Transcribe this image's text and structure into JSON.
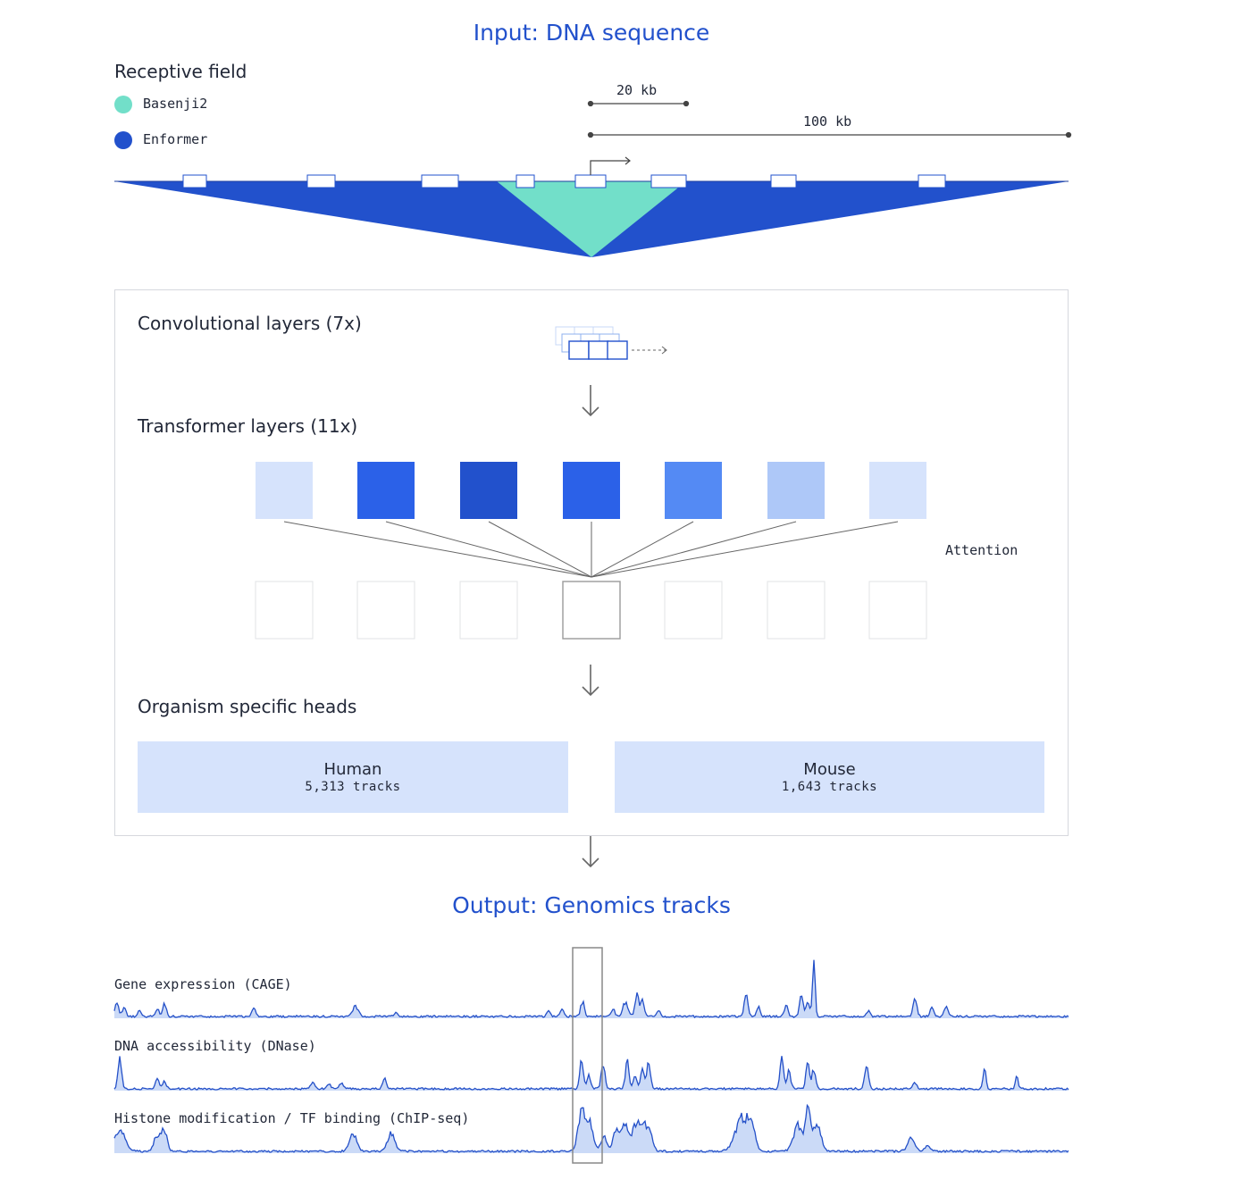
{
  "input_title": "Input: DNA sequence",
  "receptive_field": {
    "label": "Receptive field",
    "legend": [
      {
        "name": "Basenji2",
        "color": "#72dfc9"
      },
      {
        "name": "Enformer",
        "color": "#2251cc"
      }
    ],
    "scales": [
      {
        "label": "20 kb"
      },
      {
        "label": "100 kb"
      }
    ]
  },
  "model": {
    "conv_label": "Convolutional layers (7x)",
    "transformer_label": "Transformer layers (11x)",
    "attention_label": "Attention",
    "attention_colors": [
      "#d6e3fc",
      "#2b61e8",
      "#2251cc",
      "#2b61e8",
      "#548af4",
      "#aec8f8",
      "#d6e3fc"
    ],
    "heads_label": "Organism specific heads",
    "heads": [
      {
        "name": "Human",
        "tracks": "5,313 tracks"
      },
      {
        "name": "Mouse",
        "tracks": "1,643 tracks"
      }
    ]
  },
  "output_title": "Output: Genomics tracks",
  "tracks": [
    {
      "label": "Gene expression (CAGE)"
    },
    {
      "label": "DNA accessibility (DNase)"
    },
    {
      "label": "Histone modification / TF binding (ChIP-seq)"
    }
  ],
  "colors": {
    "accent_blue": "#2251cc",
    "teal": "#72dfc9",
    "light_blue": "#d6e3fc",
    "track_line": "#2450c8",
    "track_fill": "#cbdaf7"
  }
}
